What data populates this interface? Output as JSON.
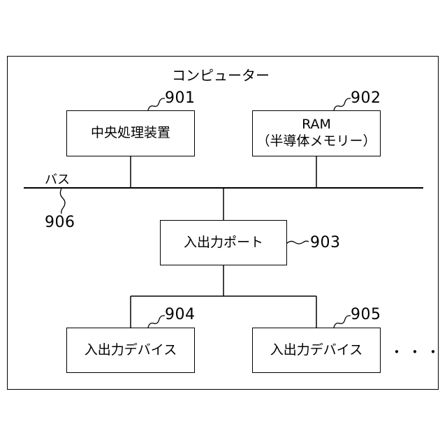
{
  "computer": {
    "title": "コンピューター"
  },
  "cpu": {
    "label": "中央処理装置",
    "ref": "901"
  },
  "ram": {
    "label_line1": "RAM",
    "label_line2": "（半導体メモリー）",
    "ref": "902"
  },
  "io_port": {
    "label": "入出力ポート",
    "ref": "903"
  },
  "device_a": {
    "label": "入出力デバイス",
    "ref": "904"
  },
  "device_b": {
    "label": "入出力デバイス",
    "ref": "905"
  },
  "bus": {
    "label": "バス",
    "ref": "906"
  },
  "more": {
    "label": "・・・"
  }
}
